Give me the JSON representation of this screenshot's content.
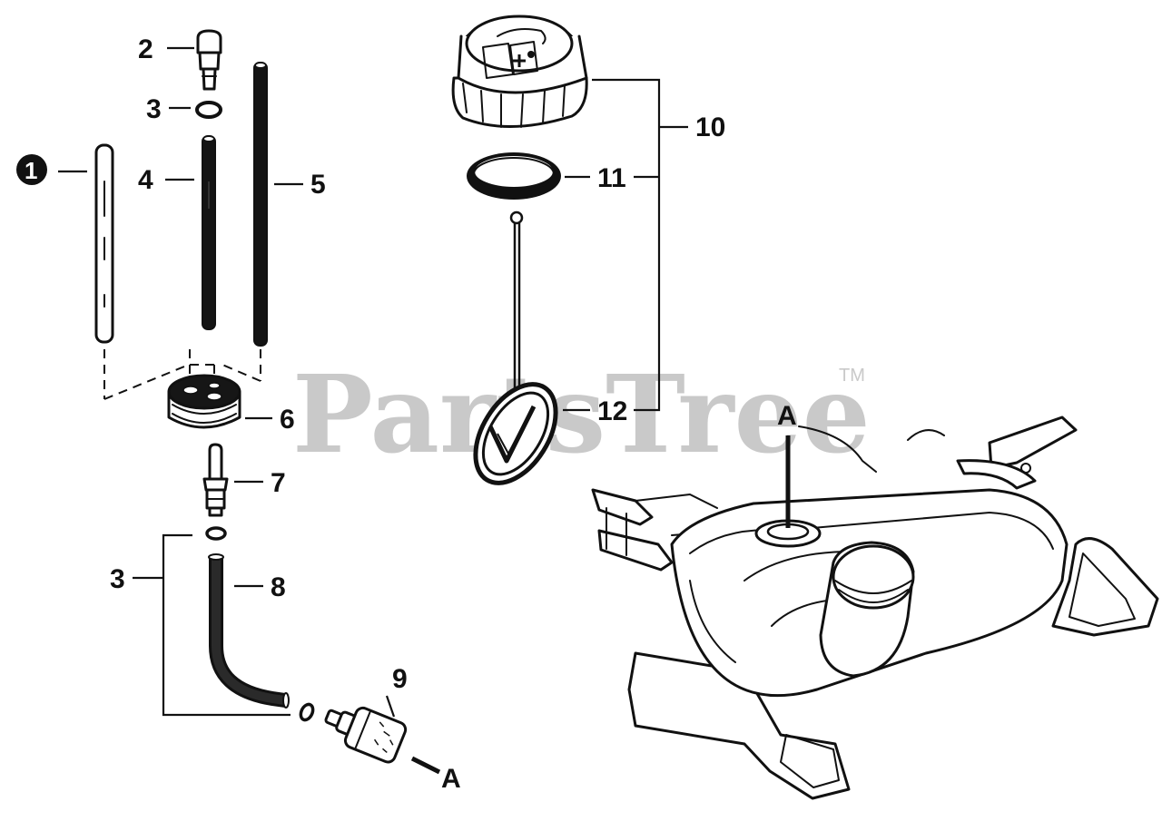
{
  "watermark": {
    "text": "PartsTree",
    "trademark": "TM"
  },
  "callouts": {
    "c1": "1",
    "c2": "2",
    "c3_top": "3",
    "c3_bottom": "3",
    "c4": "4",
    "c5": "5",
    "c6": "6",
    "c7": "7",
    "c8": "8",
    "c9": "9",
    "c10": "10",
    "c11": "11",
    "c12": "12",
    "a_tank": "A",
    "a_filter": "A"
  }
}
